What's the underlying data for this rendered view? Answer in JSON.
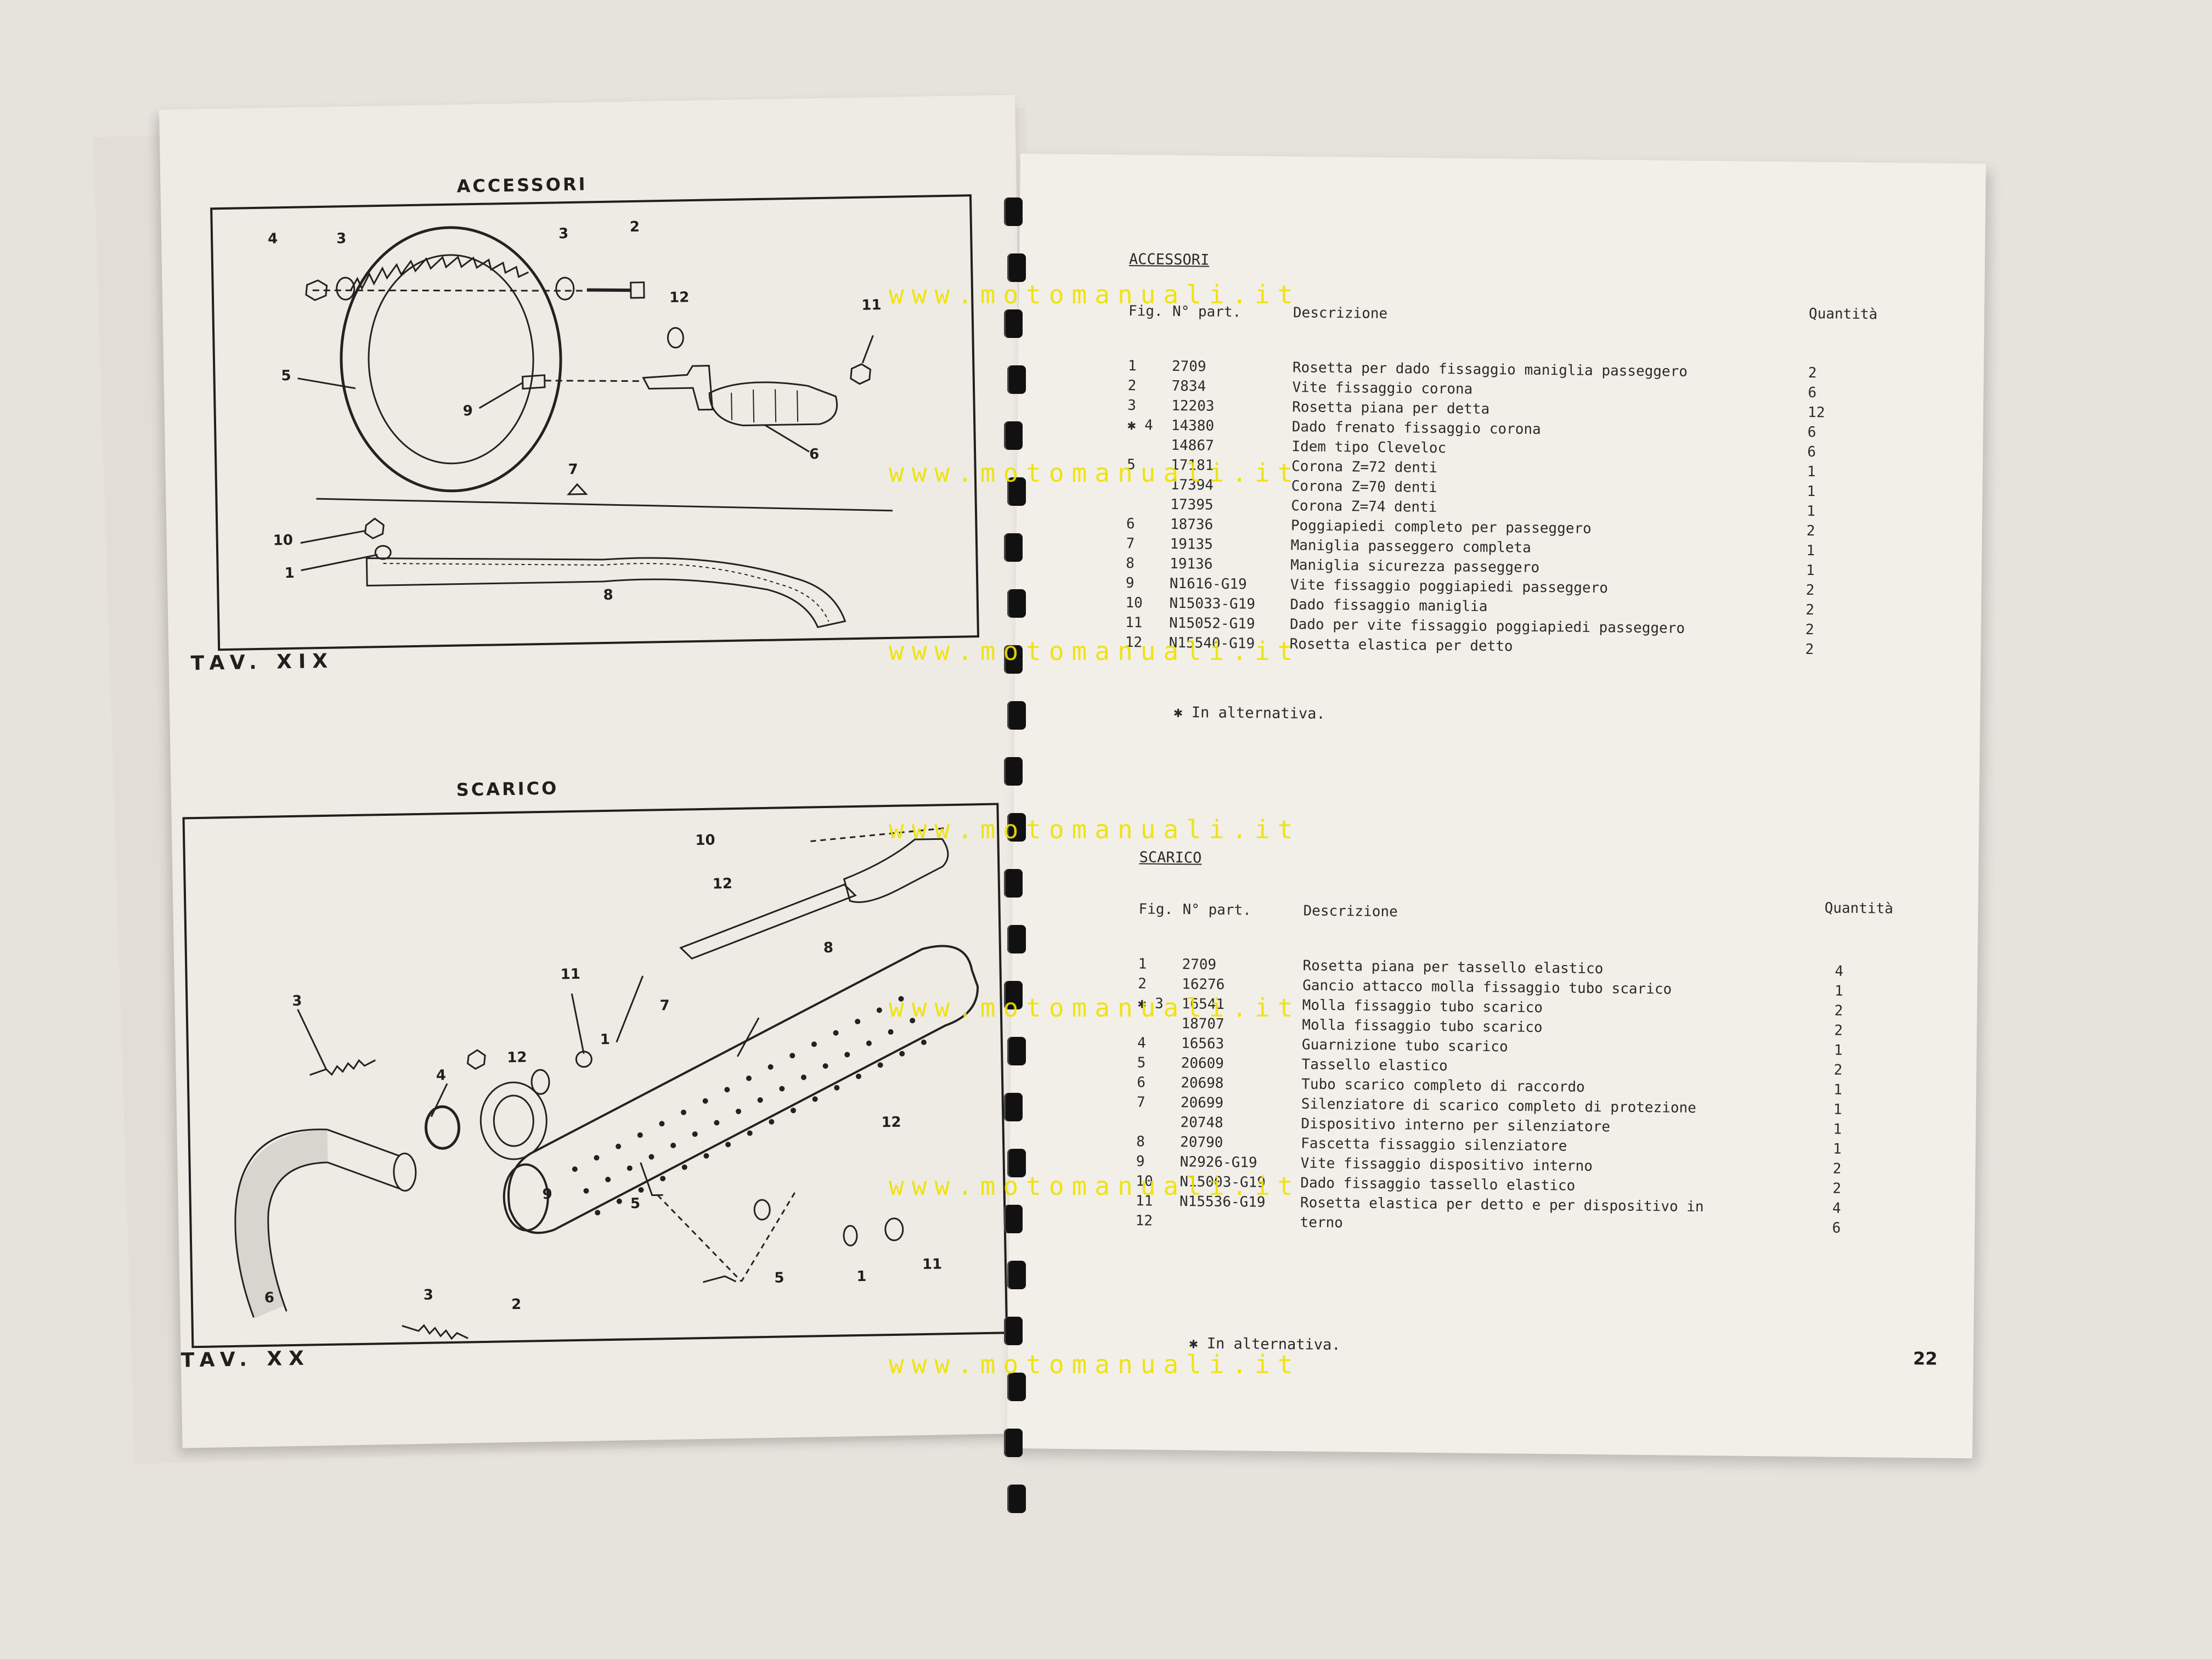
{
  "watermark": "www.motomanuali.it",
  "left_page": {
    "accessori": {
      "title": "ACCESSORI",
      "plate": "TAV. XIX",
      "callouts": [
        "4",
        "3",
        "3",
        "2",
        "12",
        "11",
        "5",
        "9",
        "7",
        "6",
        "10",
        "1",
        "8"
      ]
    },
    "scarico": {
      "title": "SCARICO",
      "plate": "TAV. XX",
      "callouts": [
        "10",
        "12",
        "8",
        "11",
        "3",
        "7",
        "1",
        "12",
        "4",
        "12",
        "9",
        "5",
        "11",
        "6",
        "3",
        "2",
        "5",
        "1"
      ]
    }
  },
  "right_page": {
    "page_number": "22",
    "headers": {
      "fig": "Fig.",
      "part": "N° part.",
      "desc": "Descrizione",
      "qty": "Quantità"
    },
    "accessori": {
      "title": "ACCESSORI",
      "rows": [
        {
          "fig": "1",
          "part": "2709",
          "desc": "Rosetta per dado fissaggio maniglia passeggero",
          "qty": "2"
        },
        {
          "fig": "2",
          "part": "7834",
          "desc": "Vite fissaggio corona",
          "qty": "6"
        },
        {
          "fig": "3",
          "part": "12203",
          "desc": "Rosetta piana per detta",
          "qty": "12"
        },
        {
          "fig": "✱ 4",
          "part": "14380",
          "desc": "Dado frenato fissaggio corona",
          "qty": "6"
        },
        {
          "fig": "",
          "part": "14867",
          "desc": "Idem tipo Cleveloc",
          "qty": "6"
        },
        {
          "fig": "5",
          "part": "17181",
          "desc": "Corona Z=72 denti",
          "qty": "1"
        },
        {
          "fig": "",
          "part": "17394",
          "desc": "Corona Z=70 denti",
          "qty": "1"
        },
        {
          "fig": "",
          "part": "17395",
          "desc": "Corona Z=74 denti",
          "qty": "1"
        },
        {
          "fig": "6",
          "part": "18736",
          "desc": "Poggiapiedi completo per passeggero",
          "qty": "2"
        },
        {
          "fig": "7",
          "part": "19135",
          "desc": "Maniglia passeggero completa",
          "qty": "1"
        },
        {
          "fig": "8",
          "part": "19136",
          "desc": "Maniglia sicurezza passeggero",
          "qty": "1"
        },
        {
          "fig": "9",
          "part": "N1616-G19",
          "desc": "Vite fissaggio poggiapiedi passeggero",
          "qty": "2"
        },
        {
          "fig": "10",
          "part": "N15033-G19",
          "desc": "Dado fissaggio maniglia",
          "qty": "2"
        },
        {
          "fig": "11",
          "part": "N15052-G19",
          "desc": "Dado per vite fissaggio poggiapiedi passeggero",
          "qty": "2"
        },
        {
          "fig": "12",
          "part": "N15540-G19",
          "desc": "Rosetta elastica per detto",
          "qty": "2"
        }
      ],
      "note": "✱ In alternativa."
    },
    "scarico": {
      "title": "SCARICO",
      "rows": [
        {
          "fig": "1",
          "part": "2709",
          "desc": "Rosetta piana per tassello elastico",
          "qty": "4"
        },
        {
          "fig": "2",
          "part": "16276",
          "desc": "Gancio attacco molla fissaggio tubo scarico",
          "qty": "1"
        },
        {
          "fig": "✱ 3",
          "part": "16541",
          "desc": "Molla fissaggio tubo scarico",
          "qty": "2"
        },
        {
          "fig": "",
          "part": "18707",
          "desc": "Molla fissaggio tubo scarico",
          "qty": "2"
        },
        {
          "fig": "4",
          "part": "16563",
          "desc": "Guarnizione tubo scarico",
          "qty": "1"
        },
        {
          "fig": "5",
          "part": "20609",
          "desc": "Tassello elastico",
          "qty": "2"
        },
        {
          "fig": "6",
          "part": "20698",
          "desc": "Tubo scarico completo di raccordo",
          "qty": "1"
        },
        {
          "fig": "7",
          "part": "20699",
          "desc": "Silenziatore di scarico completo di protezione",
          "qty": "1"
        },
        {
          "fig": "",
          "part": "20748",
          "desc": "Dispositivo interno per silenziatore",
          "qty": "1"
        },
        {
          "fig": "8",
          "part": "20790",
          "desc": "Fascetta fissaggio silenziatore",
          "qty": "1"
        },
        {
          "fig": "9",
          "part": "N2926-G19",
          "desc": "Vite fissaggio dispositivo interno",
          "qty": "2"
        },
        {
          "fig": "10",
          "part": "N15003-G19",
          "desc": "Dado fissaggio tassello elastico",
          "qty": "2"
        },
        {
          "fig": "11",
          "part": "N15536-G19",
          "desc": "Rosetta elastica per detto e per dispositivo in",
          "qty": "4"
        },
        {
          "fig": "12",
          "part": "",
          "desc": "terno",
          "qty": "6"
        }
      ],
      "note": "✱ In alternativa."
    }
  },
  "colors": {
    "watermark": "#eee200",
    "ink": "#1f1f1f",
    "paper": "#f2efe9"
  }
}
